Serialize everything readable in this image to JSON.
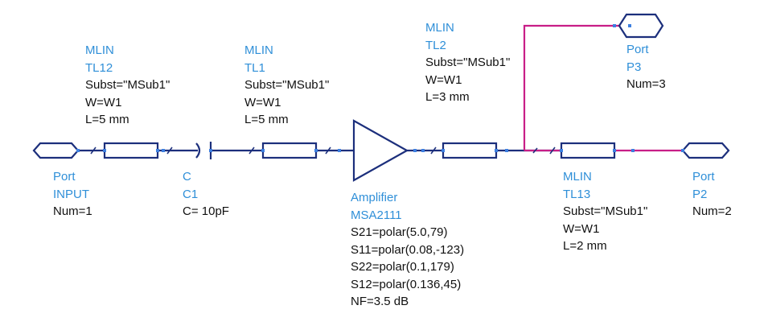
{
  "components": {
    "tl12": {
      "type": "MLIN",
      "name": "TL12",
      "subst": "Subst=\"MSub1\"",
      "w": "W=W1",
      "l": "L=5 mm"
    },
    "tl1": {
      "type": "MLIN",
      "name": "TL1",
      "subst": "Subst=\"MSub1\"",
      "w": "W=W1",
      "l": "L=5 mm"
    },
    "tl2": {
      "type": "MLIN",
      "name": "TL2",
      "subst": "Subst=\"MSub1\"",
      "w": "W=W1",
      "l": "L=3 mm"
    },
    "tl13": {
      "type": "MLIN",
      "name": "TL13",
      "subst": "Subst=\"MSub1\"",
      "w": "W=W1",
      "l": "L=2 mm"
    },
    "port_input": {
      "type": "Port",
      "name": "INPUT",
      "num": "Num=1"
    },
    "port_p2": {
      "type": "Port",
      "name": "P2",
      "num": "Num=2"
    },
    "port_p3": {
      "type": "Port",
      "name": "P3",
      "num": "Num=3"
    },
    "cap_c1": {
      "type": "C",
      "name": "C1",
      "value": "C= 10pF"
    },
    "amplifier": {
      "type": "Amplifier",
      "name": "MSA2111",
      "s21": "S21=polar(5.0,79)",
      "s11": "S11=polar(0.08,-123)",
      "s22": "S22=polar(0.1,179)",
      "s12": "S12=polar(0.136,45)",
      "nf": "NF=3.5 dB"
    }
  },
  "colors": {
    "label_type": "#2f8fd8",
    "label_param": "#111111",
    "wire": "#1c2f7c",
    "wire_output_net": "#c81e87",
    "pin": "#3d7fe0"
  }
}
